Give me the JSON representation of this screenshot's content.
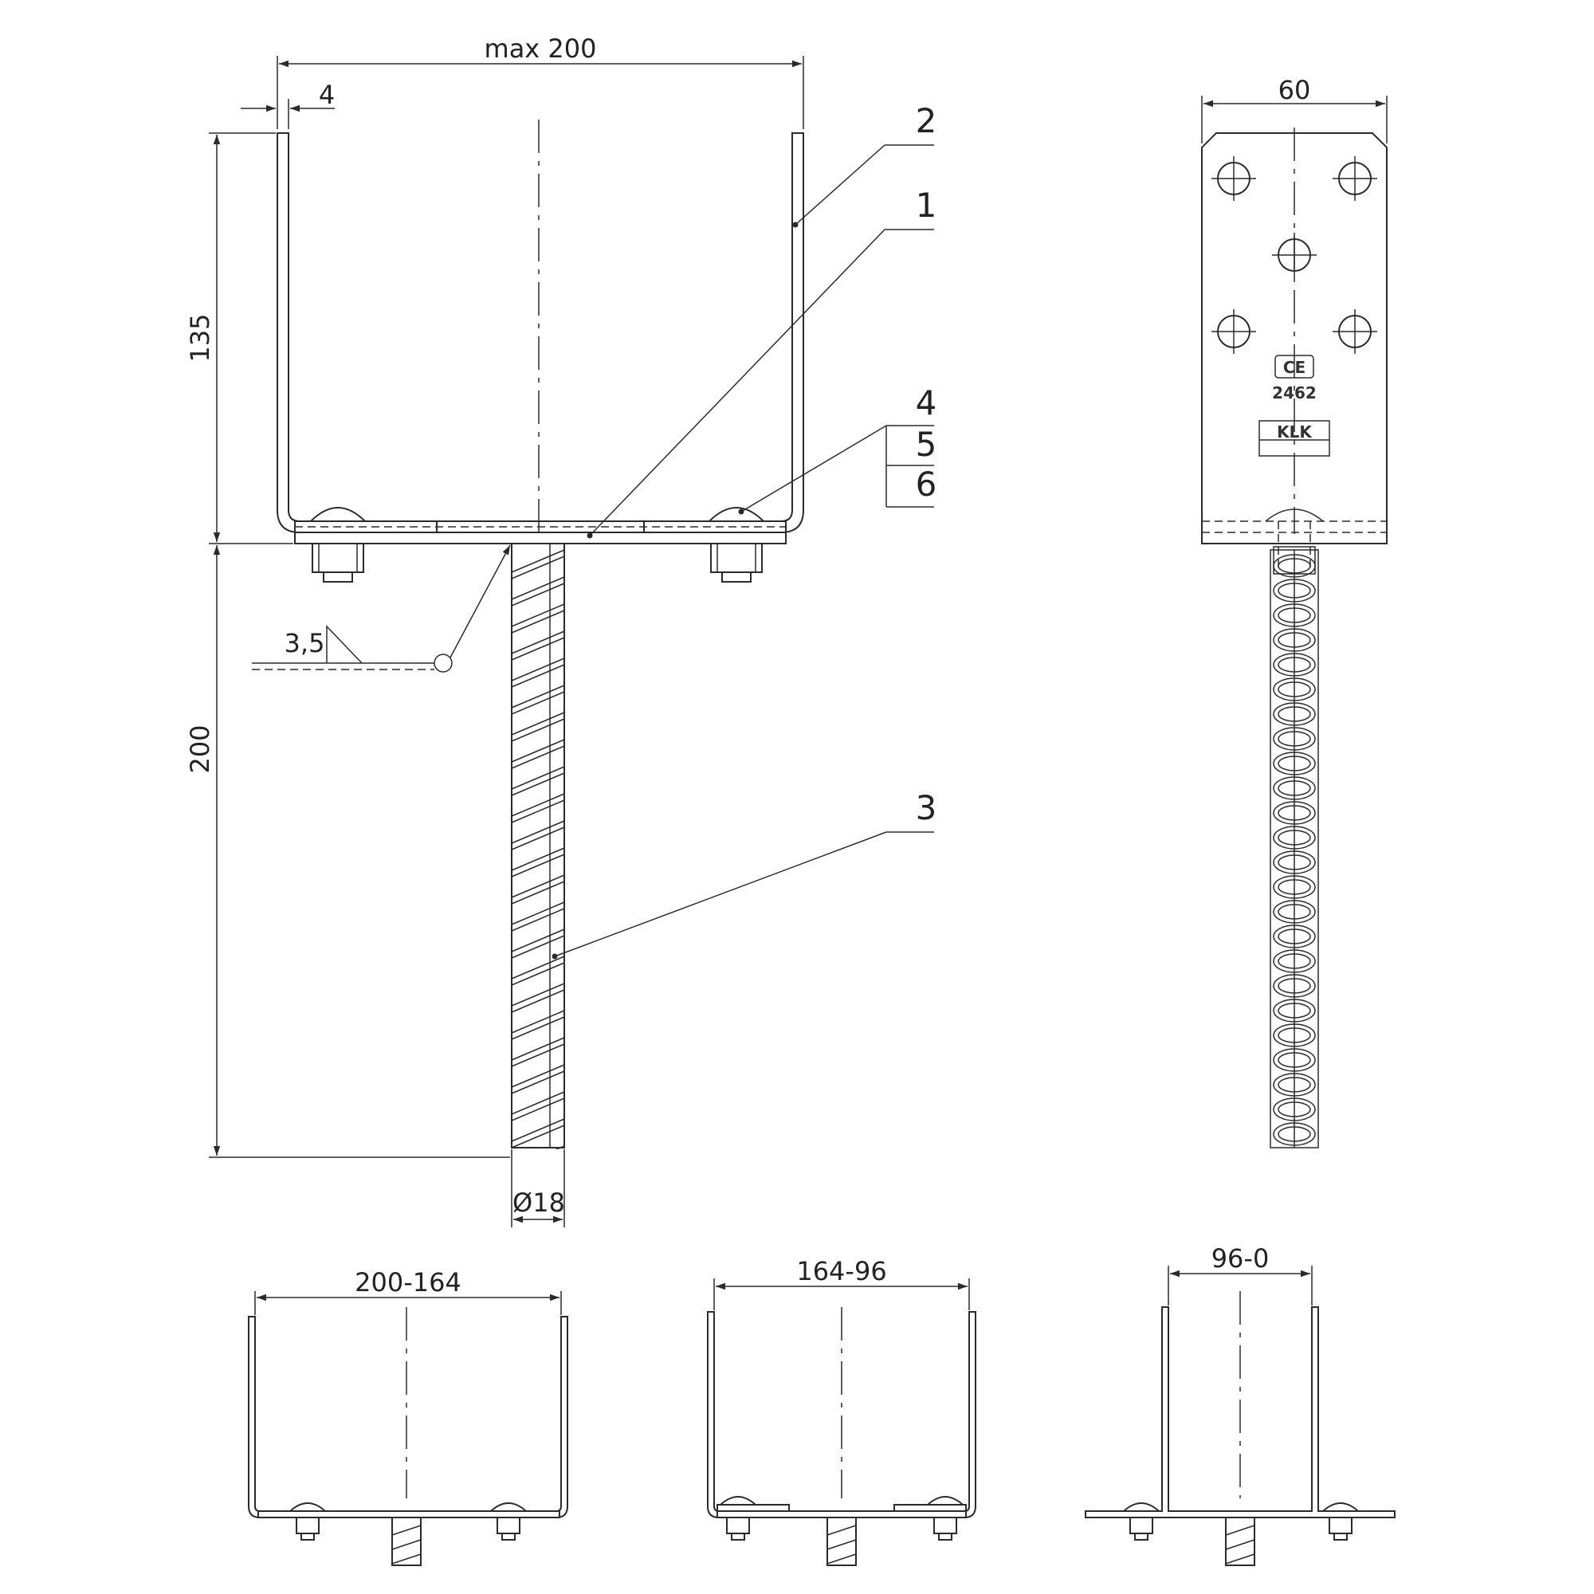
{
  "colors": {
    "line": "#2b2b2b",
    "text": "#222222",
    "background": "#ffffff"
  },
  "main_view": {
    "dims": {
      "width": "max 200",
      "thickness": "4",
      "height_fork": "135",
      "height_rod": "200",
      "rod_diameter": "Ø18",
      "weld": "3,5"
    },
    "balloons": [
      "2",
      "1",
      "4",
      "5",
      "6",
      "3"
    ]
  },
  "side_view": {
    "dims": {
      "width": "60"
    },
    "markings": {
      "ce": "CE",
      "code": "2462",
      "logo": "KLK"
    }
  },
  "variants": [
    {
      "label": "200-164"
    },
    {
      "label": "164-96"
    },
    {
      "label": "96-0"
    }
  ]
}
